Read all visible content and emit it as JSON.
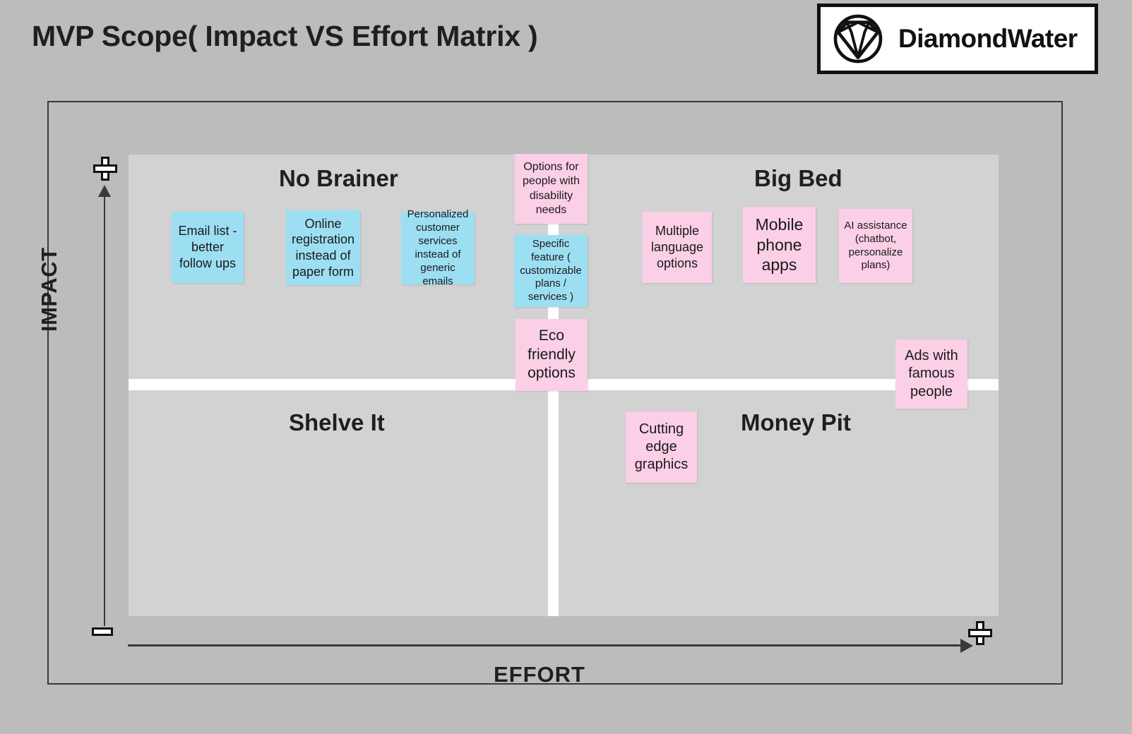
{
  "header": {
    "title": "MVP Scope( Impact VS Effort Matrix )",
    "brand": {
      "name": "DiamondWater",
      "logo_icon": "diamond-in-circle-icon"
    }
  },
  "matrix": {
    "axes": {
      "y_label": "IMPACT",
      "x_label": "EFFORT",
      "y_high_marker": "+",
      "x_low_marker": "-",
      "x_high_marker": "+"
    },
    "quadrants": [
      {
        "id": "no-brainer",
        "label": "No Brainer",
        "meaning": "high impact / low effort"
      },
      {
        "id": "big-bed",
        "label": "Big Bed",
        "meaning": "high impact / high effort"
      },
      {
        "id": "shelve-it",
        "label": "Shelve It",
        "meaning": "low impact / low effort"
      },
      {
        "id": "money-pit",
        "label": "Money Pit",
        "meaning": "low impact / high effort"
      }
    ],
    "colors": {
      "page_background": "#bcbcbc",
      "plot_background": "#d2d2d2",
      "divider": "#ffffff",
      "axis": "#3a3a3a",
      "sticky_blue": "#9ddff2",
      "sticky_pink": "#fbcfe6",
      "text": "#1f1f1f"
    },
    "notes": [
      {
        "id": "email-list",
        "text": "Email list - better follow ups",
        "color": "blue",
        "quadrant": "no-brainer"
      },
      {
        "id": "online-registration",
        "text": "Online registration instead of paper form",
        "color": "blue",
        "quadrant": "no-brainer"
      },
      {
        "id": "personalized-service",
        "text": "Personalized customer services instead of generic emails",
        "color": "blue",
        "quadrant": "no-brainer"
      },
      {
        "id": "disability-options",
        "text": "Options for people with disability needs",
        "color": "pink",
        "quadrant": "boundary-top"
      },
      {
        "id": "specific-feature",
        "text": "Specific feature ( customizable plans / services )",
        "color": "blue",
        "quadrant": "boundary-top"
      },
      {
        "id": "eco-friendly",
        "text": "Eco friendly options",
        "color": "pink",
        "quadrant": "boundary-center"
      },
      {
        "id": "multiple-language",
        "text": "Multiple language options",
        "color": "pink",
        "quadrant": "big-bed"
      },
      {
        "id": "mobile-apps",
        "text": "Mobile phone apps",
        "color": "pink",
        "quadrant": "big-bed"
      },
      {
        "id": "ai-assistance",
        "text": "AI assistance (chatbot, personalize plans)",
        "color": "pink",
        "quadrant": "big-bed"
      },
      {
        "id": "ads-famous-people",
        "text": "Ads with famous people",
        "color": "pink",
        "quadrant": "boundary-right"
      },
      {
        "id": "cutting-edge-graphics",
        "text": "Cutting edge graphics",
        "color": "pink",
        "quadrant": "money-pit"
      }
    ]
  }
}
